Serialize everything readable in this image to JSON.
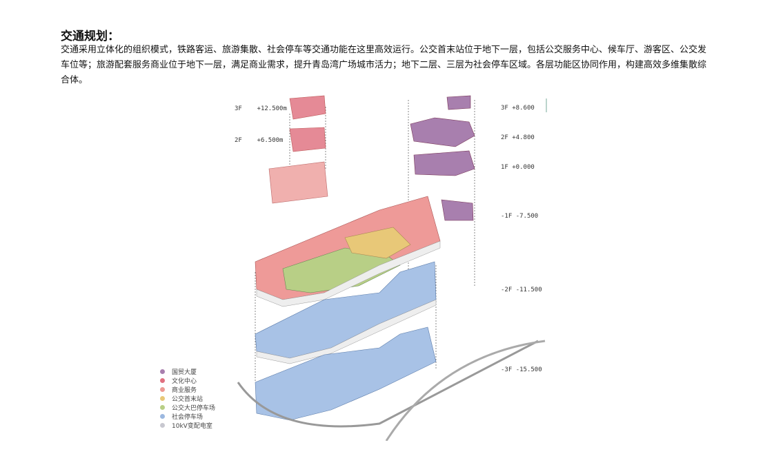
{
  "heading": "交通规划：",
  "paragraph": "交通采用立体化的组织模式，铁路客运、旅游集散、社会停车等交通功能在这里高效运行。公交首末站位于地下一层，包括公交服务中心、候车厅、游客区、公交发车位等；旅游配套服务商业位于地下一层，满足商业需求，提升青岛湾广场城市活力；地下二层、三层为社会停车区域。各层功能区协同作用，构建高效多维集散综合体。",
  "diagram": {
    "left_levels": [
      {
        "floor": "3F",
        "elevation": "+12.500m"
      },
      {
        "floor": "2F",
        "elevation": "+6.500m"
      }
    ],
    "right_levels": [
      {
        "floor": "3F",
        "elevation": "+8.600"
      },
      {
        "floor": "2F",
        "elevation": "+4.800"
      },
      {
        "floor": "1F",
        "elevation": "+0.000"
      },
      {
        "floor": "-1F",
        "elevation": "-7.500"
      },
      {
        "floor": "-2F",
        "elevation": "-11.500"
      },
      {
        "floor": "-3F",
        "elevation": "-15.500"
      }
    ],
    "legend": [
      {
        "label": "国贸大厦",
        "color": "#a87fae"
      },
      {
        "label": "文化中心",
        "color": "#e07080"
      },
      {
        "label": "商业服务",
        "color": "#ec9a94"
      },
      {
        "label": "公交首末站",
        "color": "#e8c878"
      },
      {
        "label": "公交大巴停车场",
        "color": "#b8cf86"
      },
      {
        "label": "社会停车场",
        "color": "#9cb8e0"
      },
      {
        "label": "10kV变配电室",
        "color": "#c8c8d0"
      }
    ]
  }
}
